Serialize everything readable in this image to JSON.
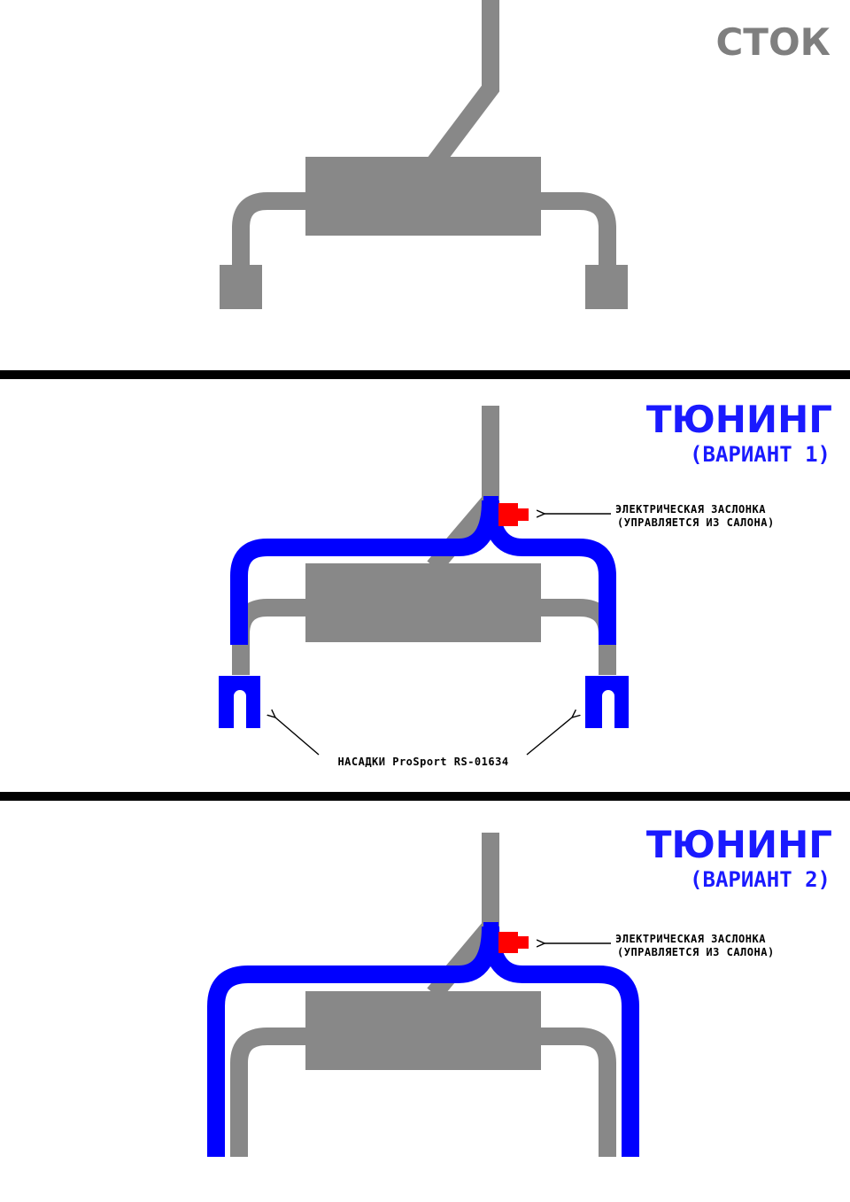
{
  "panels": {
    "stock": {
      "title": "СТОК"
    },
    "variant1": {
      "title": "ТЮНИНГ",
      "subtitle": "(ВАРИАНТ 1)",
      "valve_label_line1": "ЭЛЕКТРИЧЕСКАЯ ЗАСЛОНКА",
      "valve_label_line2": "(УПРАВЛЯЕТСЯ ИЗ САЛОНА)",
      "tips_label": "НАСАДКИ ProSport RS-01634"
    },
    "variant2": {
      "title": "ТЮНИНГ",
      "subtitle": "(ВАРИАНТ 2)",
      "valve_label_line1": "ЭЛЕКТРИЧЕСКАЯ ЗАСЛОНКА",
      "valve_label_line2": "(УПРАВЛЯЕТСЯ ИЗ САЛОНА)"
    }
  },
  "colors": {
    "stock_pipe": "#888888",
    "tuning_pipe": "#0000ff",
    "valve": "#ff0000",
    "divider": "#000000",
    "stock_title": "#7f7f7f",
    "tuning_title": "#1a1aff",
    "label_text": "#000000"
  }
}
